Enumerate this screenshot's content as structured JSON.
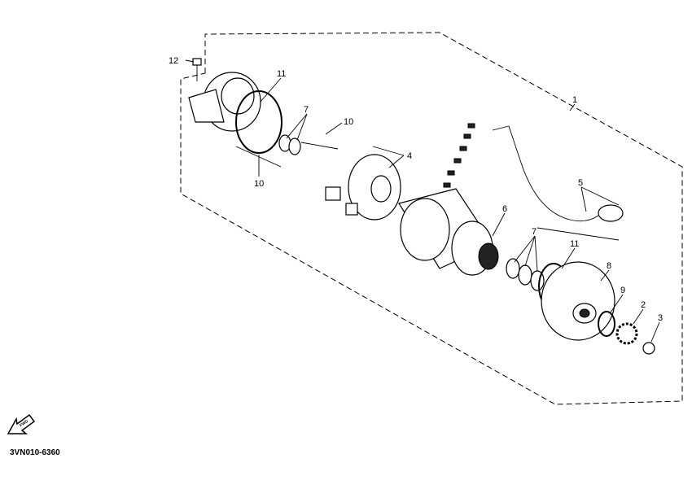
{
  "diagram_code": "3VN010-6360",
  "fwd_icon_text": "FWD",
  "callouts": [
    {
      "id": "12",
      "label": "12"
    },
    {
      "id": "11a",
      "label": "11"
    },
    {
      "id": "7a",
      "label": "7"
    },
    {
      "id": "10a",
      "label": "10"
    },
    {
      "id": "10b",
      "label": "10"
    },
    {
      "id": "4",
      "label": "4"
    },
    {
      "id": "1",
      "label": "1"
    },
    {
      "id": "5",
      "label": "5"
    },
    {
      "id": "6",
      "label": "6"
    },
    {
      "id": "7b",
      "label": "7"
    },
    {
      "id": "11b",
      "label": "11"
    },
    {
      "id": "8",
      "label": "8"
    },
    {
      "id": "9",
      "label": "9"
    },
    {
      "id": "2",
      "label": "2"
    },
    {
      "id": "3",
      "label": "3"
    }
  ]
}
